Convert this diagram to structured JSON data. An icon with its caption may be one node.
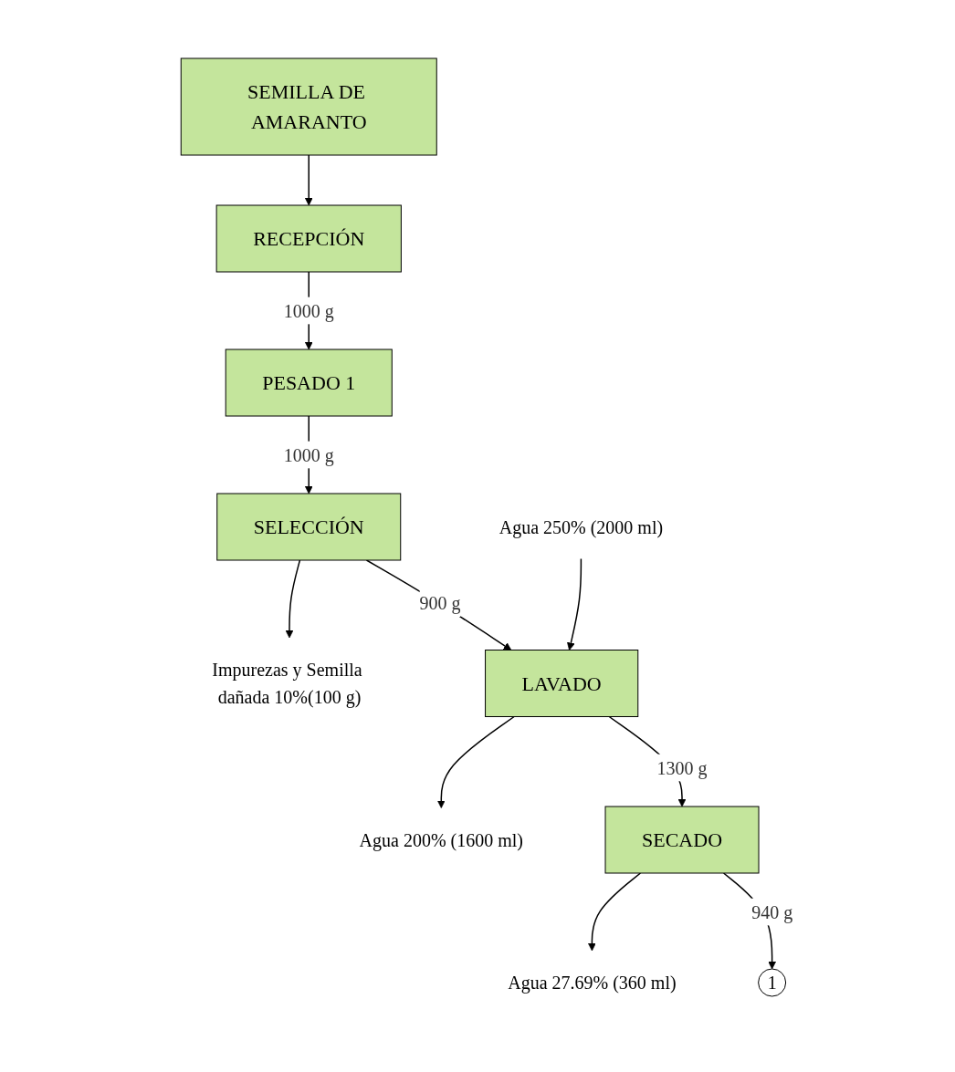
{
  "diagram": {
    "nodes": [
      {
        "text": [
          "SEMILLA DE AMARANTO"
        ]
      },
      {
        "text": [
          "RECEPCIÓN"
        ]
      },
      {
        "text": [
          "PESADO 1"
        ]
      },
      {
        "text": [
          "SELECCIÓN"
        ]
      },
      {
        "text": [
          "Impurezas y Semilla dañada 10%(100 g)"
        ]
      },
      {
        "text": [
          "Agua 250% (2000  ml)"
        ]
      },
      {
        "text": [
          "LAVADO"
        ]
      },
      {
        "text": [
          "Agua 200% (1600 ml)"
        ]
      },
      {
        "text": [
          "SECADO"
        ]
      },
      {
        "text": [
          "Agua 27.69% (360 ml)"
        ]
      },
      {
        "text": [
          "1"
        ]
      }
    ],
    "edges": [
      {
        "from": 0,
        "to": 1,
        "arrow": "to"
      },
      {
        "from": 1,
        "to": 2,
        "arrow": "to",
        "label": "1000 g"
      },
      {
        "from": 2,
        "to": 3,
        "arrow": "to",
        "label": "1000 g"
      },
      {
        "from": 3,
        "to": 4,
        "arrow": "to"
      },
      {
        "from": 3,
        "to": 6,
        "arrow": "to",
        "label": "900 g"
      },
      {
        "from": 5,
        "to": 6,
        "arrow": "to"
      },
      {
        "from": 6,
        "to": 7,
        "arrow": "to"
      },
      {
        "from": 6,
        "to": 8,
        "arrow": "to",
        "label": "1300 g"
      },
      {
        "from": 8,
        "to": 9,
        "arrow": "to"
      },
      {
        "from": 8,
        "to": 10,
        "arrow": "to",
        "label": "940 g"
      }
    ]
  }
}
